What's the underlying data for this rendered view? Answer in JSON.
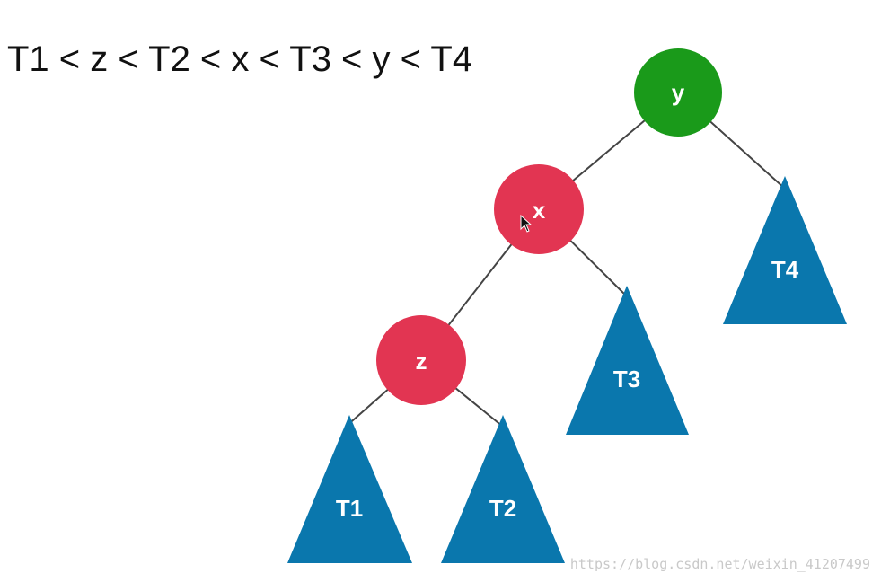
{
  "ordering_text": "T1 < z < T2 < x < T3 < y < T4",
  "nodes": {
    "y": {
      "label": "y",
      "color": "#1a9a1a"
    },
    "x": {
      "label": "x",
      "color": "#e23552"
    },
    "z": {
      "label": "z",
      "color": "#e23552"
    }
  },
  "subtrees": {
    "t1": {
      "label": "T1",
      "color": "#0a77ad"
    },
    "t2": {
      "label": "T2",
      "color": "#0a77ad"
    },
    "t3": {
      "label": "T3",
      "color": "#0a77ad"
    },
    "t4": {
      "label": "T4",
      "color": "#0a77ad"
    }
  },
  "edge_color": "#444444",
  "watermark": "https://blog.csdn.net/weixin_41207499"
}
